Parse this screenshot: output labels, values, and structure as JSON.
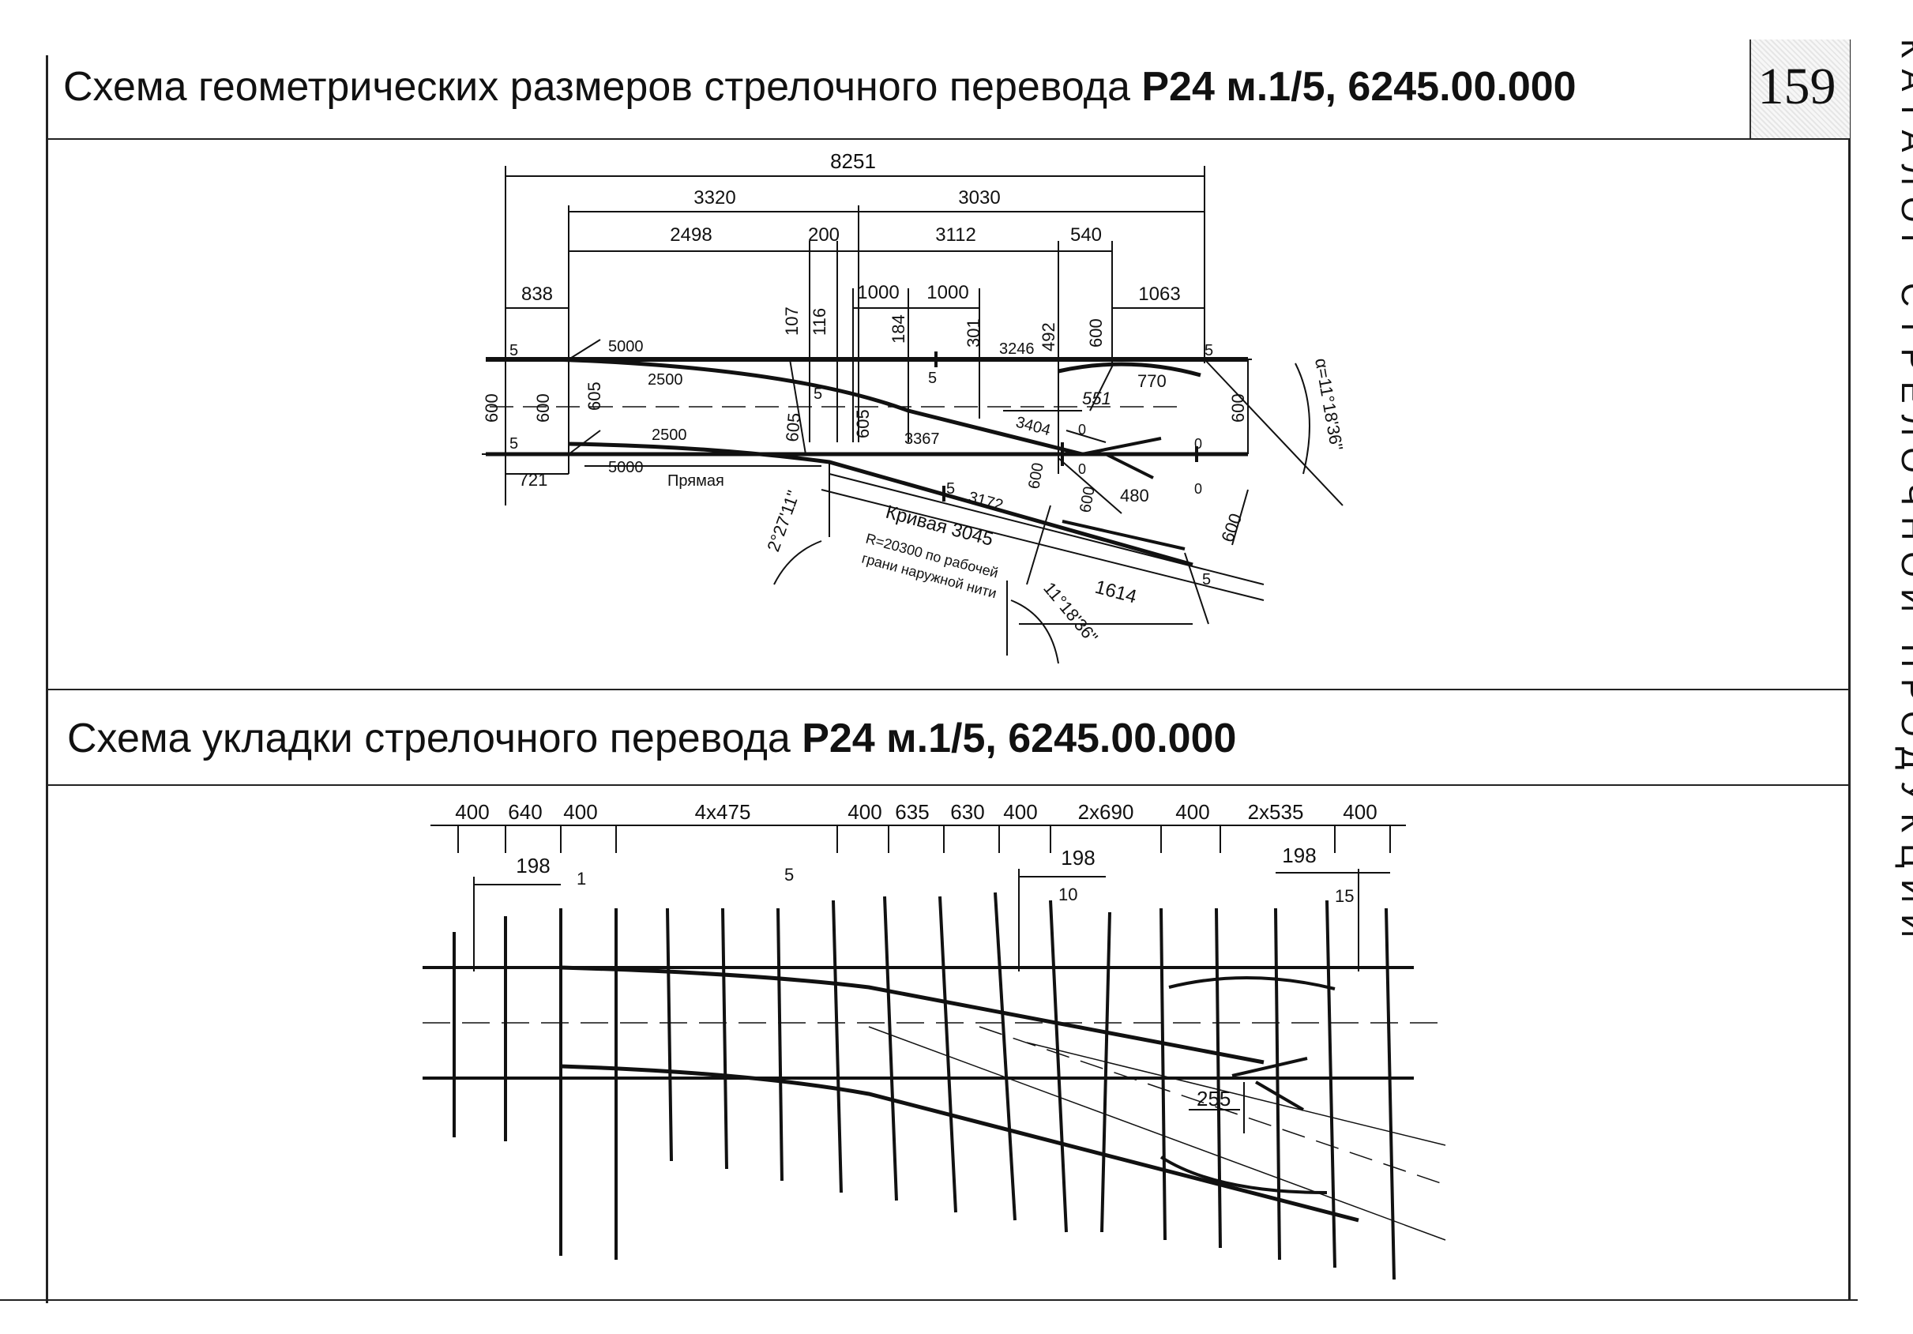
{
  "header": {
    "title_regular": "Схема геометрических размеров стрелочного перевода ",
    "title_bold": "Р24 м.1/5, 6245.00.000",
    "page_number": "159"
  },
  "side_label": "КАТАЛОГ СТРЕЛОЧНОЙ ПРОДУКЦИИ",
  "section2": {
    "title_regular": "Схема укладки стрелочного перевода ",
    "title_bold": "Р24 м.1/5, 6245.00.000"
  },
  "geometry_diagram": {
    "dimensions": {
      "total": "8251",
      "d3320": "3320",
      "d3030": "3030",
      "d2498": "2498",
      "d200": "200",
      "d3112": "3112",
      "d540": "540",
      "d838": "838",
      "d1000a": "1000",
      "d1000b": "1000",
      "d1063": "1063",
      "d107": "107",
      "d116": "116",
      "d184": "184",
      "d301": "301",
      "d3246": "3246",
      "d492": "492",
      "d600top": "600",
      "d5000a": "5000",
      "d2500a": "2500",
      "d770": "770",
      "d551": "551",
      "d605a": "605",
      "d605b": "605",
      "d605c": "605",
      "d600l1": "600",
      "d600l2": "600",
      "d2500b": "2500",
      "d3367": "3367",
      "d3404": "3404",
      "d721": "721",
      "d5000b": "5000",
      "d600r": "600",
      "d600m1": "600",
      "d600m2": "600",
      "d480": "480",
      "d3172": "3172",
      "d600br": "600",
      "d1614": "1614"
    },
    "labels": {
      "straight": "Прямая",
      "curve": "Кривая 3045",
      "radius_note_1": "R=20300 по рабочей",
      "radius_note_2": "грани наружной нити",
      "angle_small": "2°27'11\"",
      "angle_main": "11°18'36\"",
      "angle_alpha": "α=11°18'36\""
    },
    "marks": {
      "five_a": "5",
      "five_b": "5",
      "five_c": "5",
      "five_d": "5",
      "five_e": "5",
      "five_f": "5",
      "five_g": "5",
      "zero_a": "0",
      "zero_b": "0",
      "zero_c": "0",
      "zero_d": "0"
    }
  },
  "layout_diagram": {
    "top_dimensions": [
      "400",
      "640",
      "400",
      "4x475",
      "400",
      "635",
      "630",
      "400",
      "2x690",
      "400",
      "2x535",
      "400"
    ],
    "sub_dims": {
      "s198a": "198",
      "s198b": "198",
      "s198c": "198",
      "s255": "255"
    },
    "tie_numbers": {
      "t1": "1",
      "t5": "5",
      "t10": "10",
      "t15": "15"
    }
  }
}
